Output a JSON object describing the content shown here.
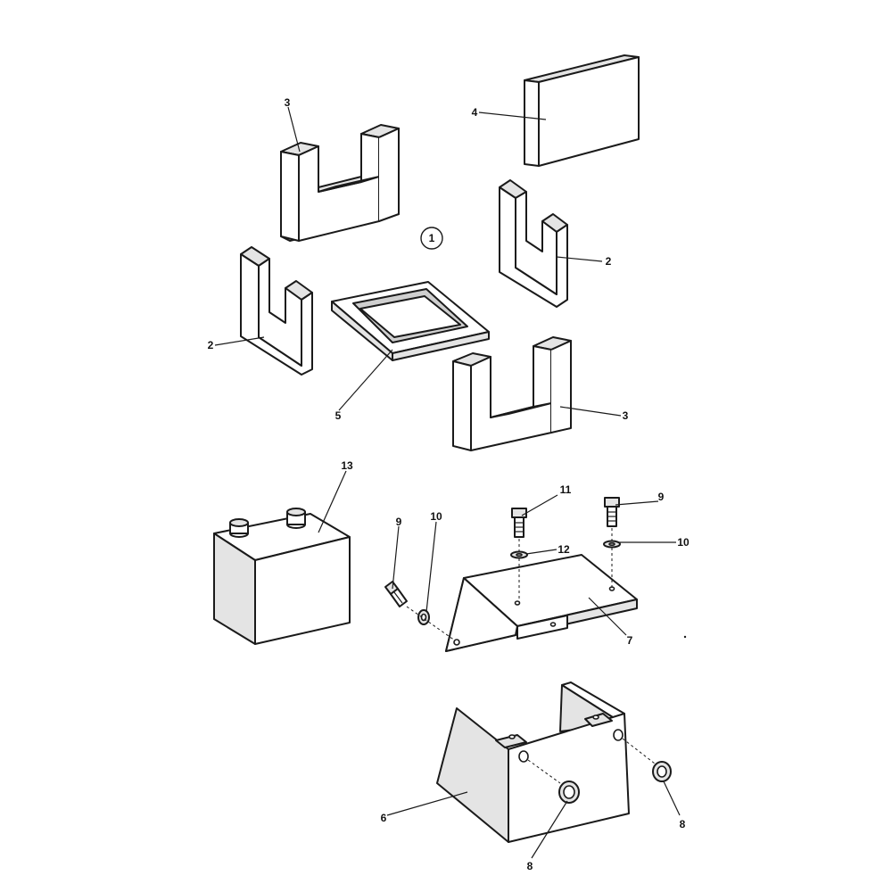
{
  "callouts": {
    "c1": "1",
    "c2a": "2",
    "c2b": "2",
    "c3a": "3",
    "c3b": "3",
    "c4": "4",
    "c5": "5",
    "c6": "6",
    "c7": "7",
    "c8a": "8",
    "c8b": "8",
    "c9a": "9",
    "c9b": "9",
    "c10a": "10",
    "c10b": "10",
    "c11": "11",
    "c12": "12",
    "c13": "13"
  }
}
